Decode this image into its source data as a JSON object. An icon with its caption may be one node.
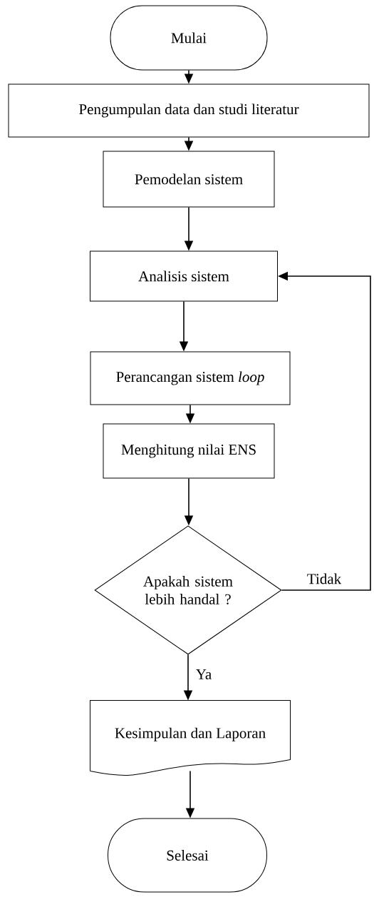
{
  "diagram": {
    "nodes": [
      {
        "text": [
          "Mulai"
        ]
      },
      {
        "text": [
          "Pengumpulan data dan studi literatur"
        ]
      },
      {
        "text": [
          "Pemodelan sistem"
        ]
      },
      {
        "text": [
          "Analisis sistem"
        ]
      },
      {
        "text": [
          "Perancangan sistem *loop*"
        ]
      },
      {
        "text": [
          "Menghitung nilai ENS"
        ]
      },
      {
        "text": [
          "Apakah sistem lebih handal ?"
        ]
      },
      {
        "text": [
          "Kesimpulan dan Laporan"
        ]
      },
      {
        "text": [
          "Selesai"
        ]
      }
    ],
    "edges": [
      {
        "from": 0,
        "to": 1,
        "arrow": "to"
      },
      {
        "from": 1,
        "to": 2,
        "arrow": "to"
      },
      {
        "from": 2,
        "to": 3,
        "arrow": "to"
      },
      {
        "from": 3,
        "to": 4,
        "arrow": "to"
      },
      {
        "from": 4,
        "to": 5,
        "arrow": "to"
      },
      {
        "from": 5,
        "to": 6,
        "arrow": "to"
      },
      {
        "from": 6,
        "to": 3,
        "arrow": "to",
        "label": "Tidak"
      },
      {
        "from": 6,
        "to": 7,
        "arrow": "to",
        "label": "Ya"
      },
      {
        "from": 7,
        "to": 8,
        "arrow": "to"
      }
    ]
  }
}
